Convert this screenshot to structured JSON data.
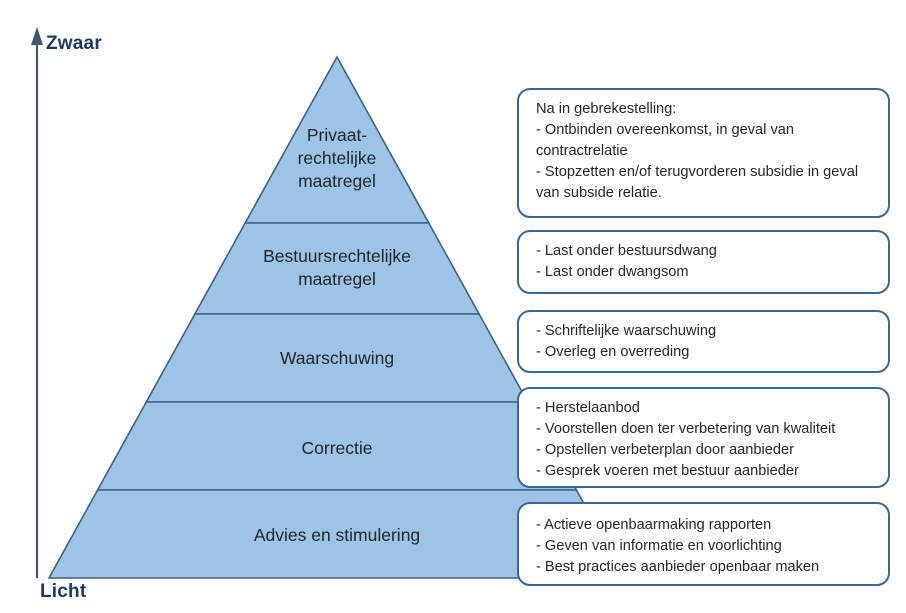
{
  "colors": {
    "pyramid_fill": "#9DC3E6",
    "pyramid_stroke": "#3E6287",
    "callout_border": "#3C6694",
    "axis_color": "#44546A",
    "axis_label_color": "#1F3864",
    "text_color": "#262626"
  },
  "axis": {
    "top_label": "Zwaar",
    "bottom_label": "Licht"
  },
  "pyramid": {
    "levels": [
      {
        "name": "privaatrechtelijke-maatregel",
        "lines": [
          "Privaat-",
          "rechtelijke",
          "maatregel"
        ]
      },
      {
        "name": "bestuursrechtelijke-maatregel",
        "lines": [
          "Bestuursrechtelijke",
          "maatregel"
        ]
      },
      {
        "name": "waarschuwing",
        "lines": [
          "Waarschuwing"
        ]
      },
      {
        "name": "correctie",
        "lines": [
          "Correctie"
        ]
      },
      {
        "name": "advies-en-stimulering",
        "lines": [
          "Advies en stimulering"
        ]
      }
    ]
  },
  "callouts": [
    {
      "lines": [
        "Na in gebrekestelling:",
        "- Ontbinden overeenkomst, in geval van contractrelatie",
        "- Stopzetten en/of terugvorderen subsidie in geval van subside relatie."
      ]
    },
    {
      "lines": [
        "- Last onder bestuursdwang",
        "- Last onder dwangsom"
      ]
    },
    {
      "lines": [
        "- Schriftelijke waarschuwing",
        "- Overleg en overreding"
      ]
    },
    {
      "lines": [
        "- Herstelaanbod",
        "- Voorstellen doen ter verbetering van kwaliteit",
        "- Opstellen verbeterplan door aanbieder",
        "- Gesprek voeren met bestuur aanbieder"
      ]
    },
    {
      "lines": [
        "- Actieve openbaarmaking rapporten",
        "- Geven van informatie en voorlichting",
        "- Best practices aanbieder openbaar maken"
      ]
    }
  ]
}
